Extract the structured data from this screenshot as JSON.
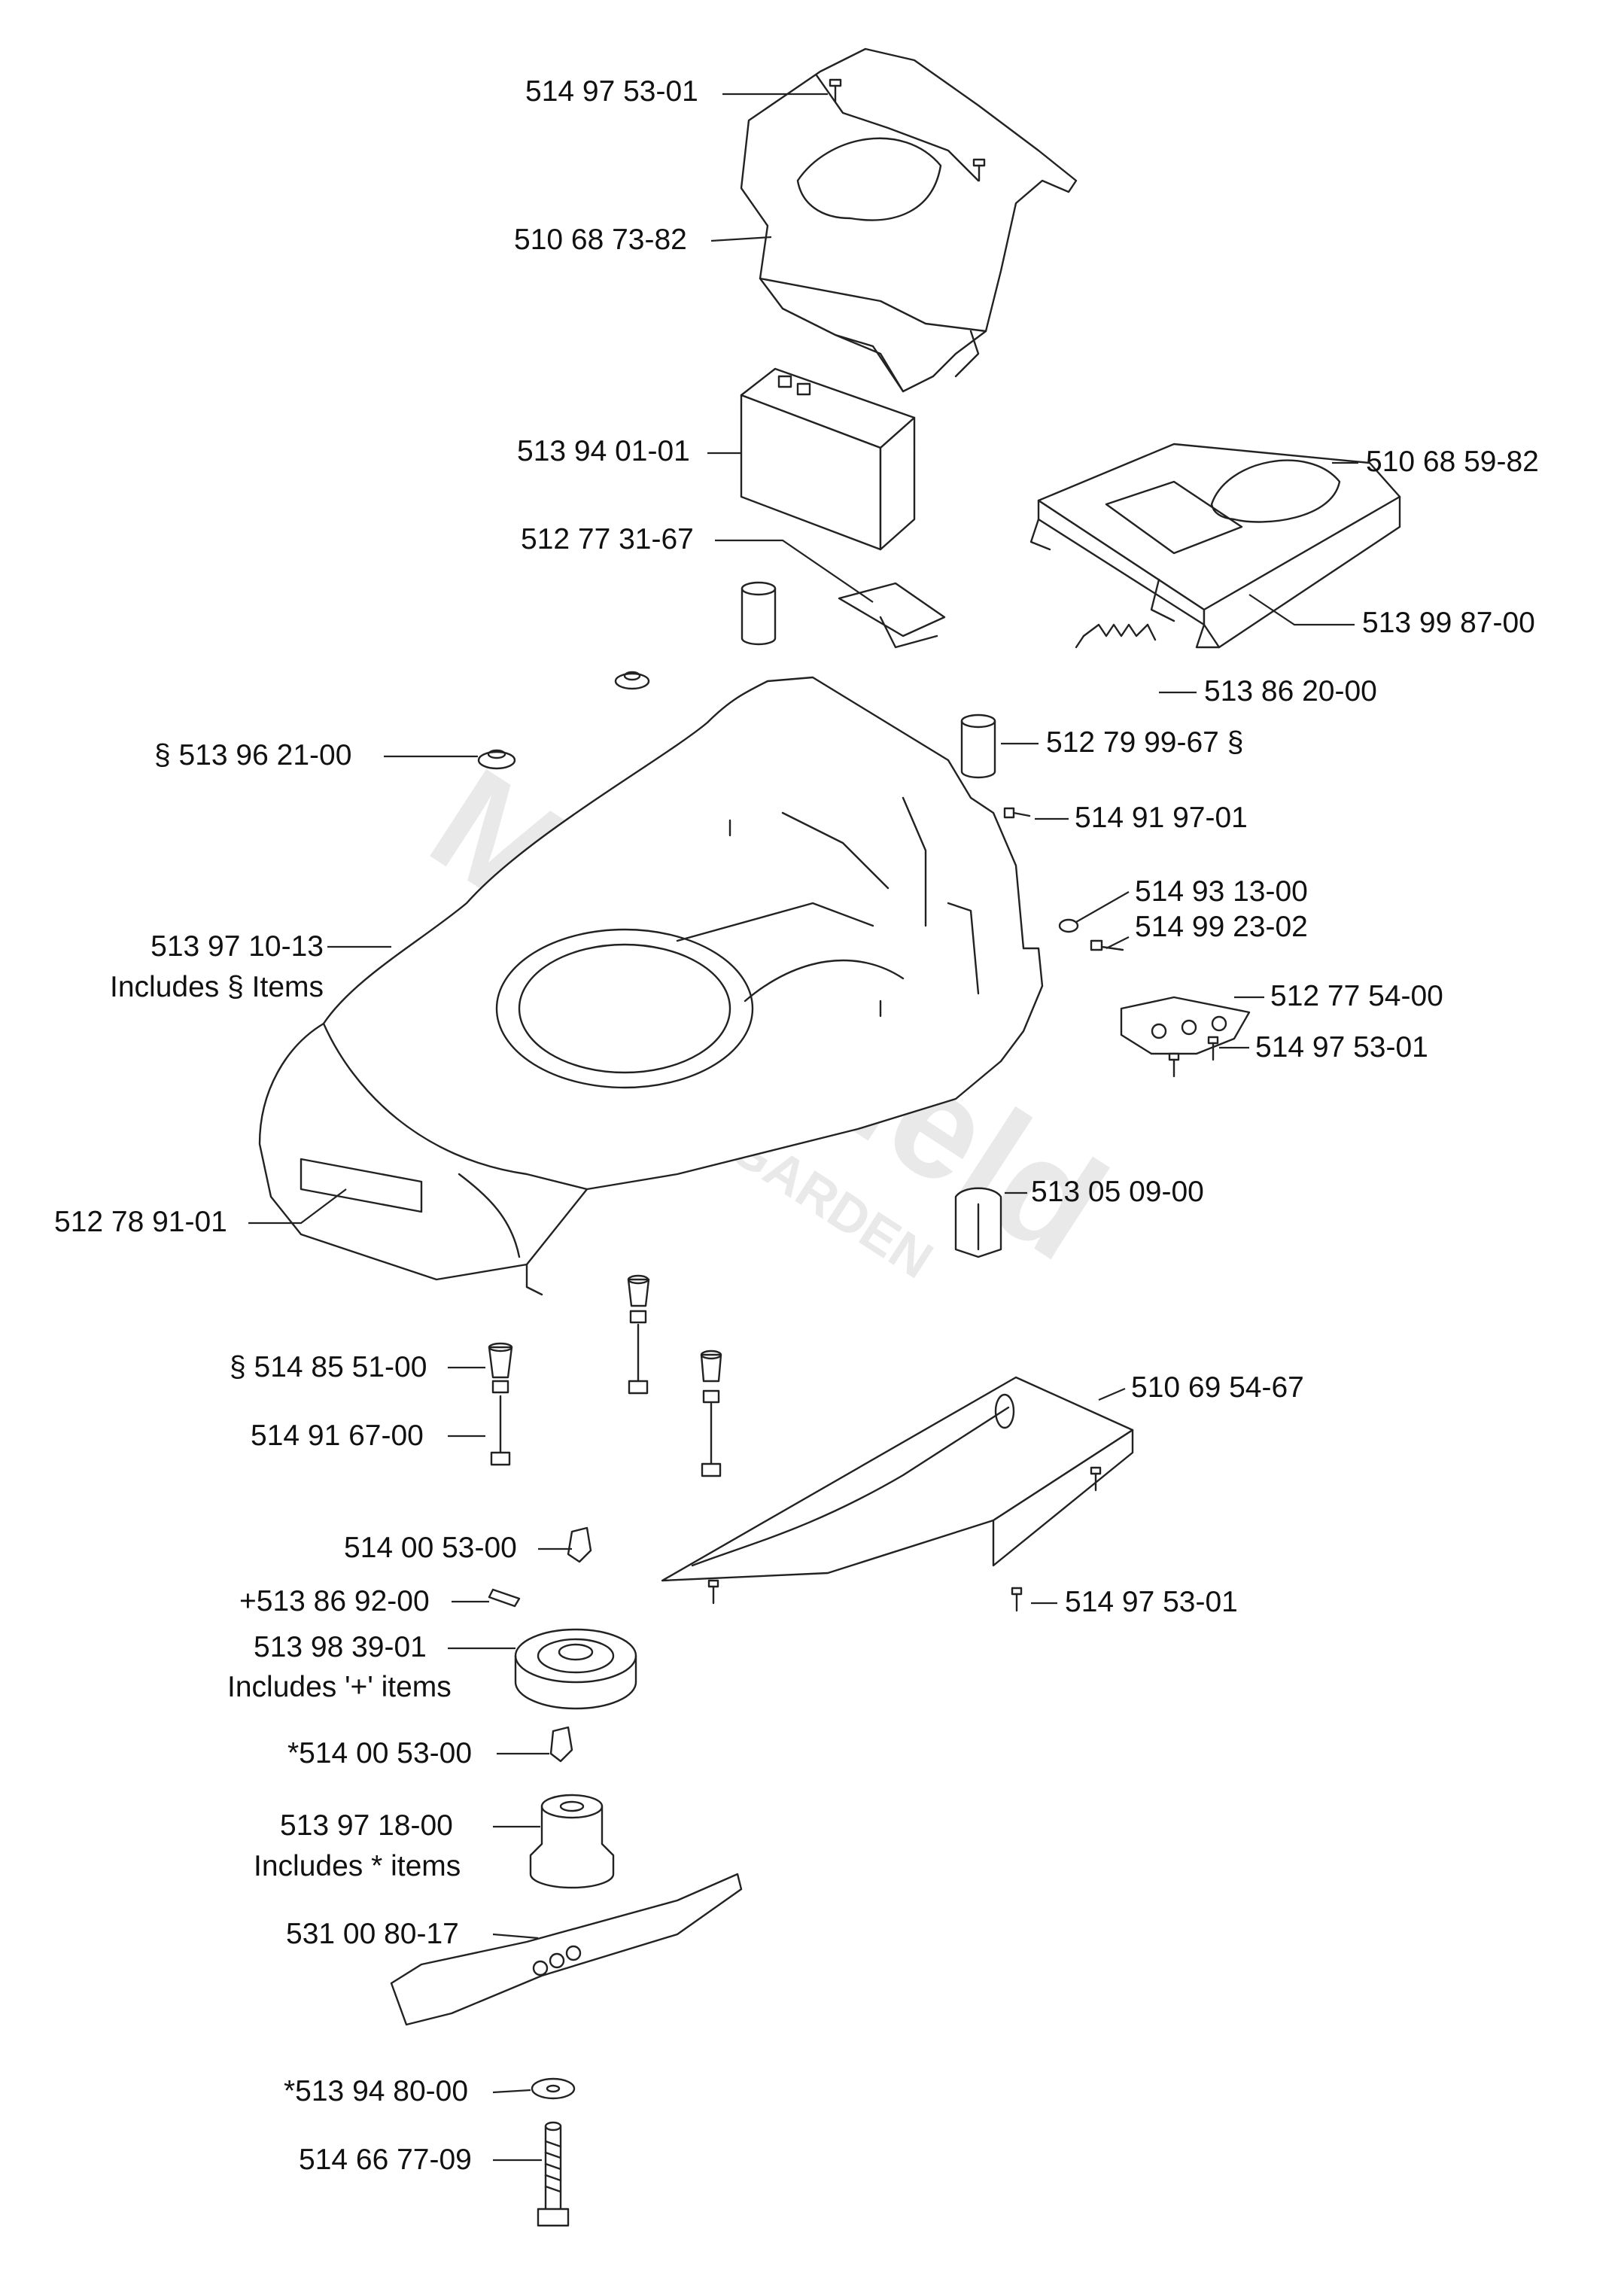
{
  "watermark": {
    "brand": "Mountfield",
    "sub": "GARDEN"
  },
  "labels": {
    "l01": "514 97 53-01",
    "l02": "510 68 73-82",
    "l03": "513 94 01-01",
    "l04": "510 68 59-82",
    "l05": "512 77 31-67",
    "l06": "513 99 87-00",
    "l07": "513 86 20-00",
    "l08": "§ 513 96 21-00",
    "l09": "512 79 99-67 §",
    "l10": "514 91 97-01",
    "l11": "514 93 13-00",
    "l12": "514 99 23-02",
    "l13a": "513 97 10-13",
    "l13b": "Includes § Items",
    "l14": "512 77 54-00",
    "l15": "514 97 53-01",
    "l16": "512 78 91-01",
    "l17": "513 05 09-00",
    "l18": "§ 514 85 51-00",
    "l19": "510 69 54-67",
    "l20": "514 91 67-00",
    "l21": "514 00 53-00",
    "l22": "514 97 53-01",
    "l23": "+513 86 92-00",
    "l24a": "513 98 39-01",
    "l24b": "Includes '+' items",
    "l25": "*514 00 53-00",
    "l26a": "513 97 18-00",
    "l26b": "Includes  *  items",
    "l27": "531 00 80-17",
    "l28": "*513 94 80-00",
    "l29": "514 66 77-09"
  }
}
